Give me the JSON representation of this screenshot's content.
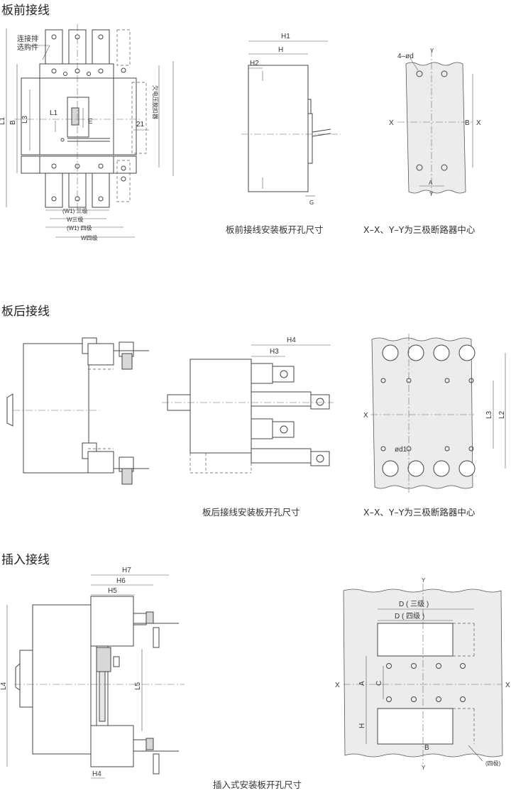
{
  "sections": {
    "front": {
      "title": "板前接线",
      "caption_left": "板前接线安装板开孔尺寸",
      "caption_right": "X–X、Y–Y为三极断路器中心",
      "note_connector": [
        "连接排",
        "选购件"
      ],
      "note_accessory": "欠电压脱扣器",
      "labels": {
        "L1": "L1",
        "L3": "L3",
        "B": "B",
        "E": "E",
        "n21": "21",
        "W1_3": "(W1) 三级",
        "W_3": "W三级",
        "W1_4": "(W1) 四级",
        "W_4": "W四级",
        "H1": "H1",
        "H": "H",
        "H2": "H2",
        "G": "G",
        "holes": "4–ød",
        "X": "X",
        "Y": "Y",
        "A": "A"
      }
    },
    "rear": {
      "title": "板后接线",
      "caption_left": "板后接线安装板开孔尺寸",
      "caption_right": "X–X、Y–Y为三极断路器中心",
      "labels": {
        "H4": "H4",
        "H3": "H3",
        "X": "X",
        "L3": "L3",
        "L2": "L2",
        "d1": "ød1"
      }
    },
    "plugin": {
      "title": "插入接线",
      "caption": "插入式安装板开孔尺寸",
      "labels": {
        "H7": "H7",
        "H6": "H6",
        "H5": "H5",
        "L4": "L4",
        "L5": "L5",
        "H4": "H4",
        "Y": "Y",
        "X": "X",
        "D3": "D ( 三级 )",
        "D4": "D ( 四级 )",
        "A": "A",
        "C": "C",
        "H": "H",
        "B": "B",
        "four": "(四极)"
      }
    }
  }
}
